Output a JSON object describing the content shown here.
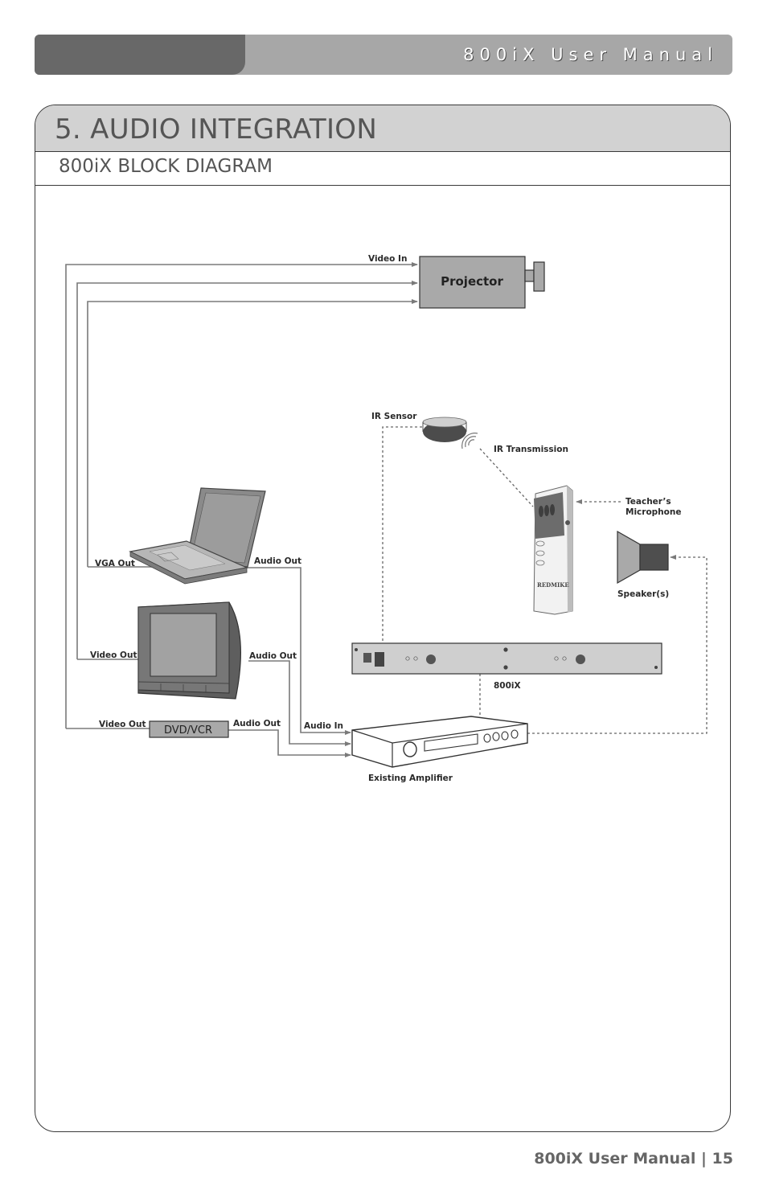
{
  "header": {
    "title": "800iX User Manual"
  },
  "section": {
    "title": "5. AUDIO INTEGRATION",
    "subtitle": "800iX BLOCK DIAGRAM"
  },
  "diagram": {
    "projector": "Projector",
    "video_in": "Video In",
    "ir_sensor": "IR Sensor",
    "ir_transmission": "IR Transmission",
    "teacher_mic_line1": "Teacher’s",
    "teacher_mic_line2": "Microphone",
    "speakers": "Speaker(s)",
    "vga_out": "VGA Out",
    "laptop_audio_out": "Audio Out",
    "tv_video_out": "Video Out",
    "tv_audio_out": "Audio Out",
    "dvd_video_out": "Video Out",
    "dvd_audio_out": "Audio Out",
    "dvd_vcr": "DVD/VCR",
    "audio_in": "Audio In",
    "receiver": "800iX",
    "amplifier": "Existing Amplifier",
    "mic_brand": "REDMIKE"
  },
  "footer": {
    "page_label": "800iX User Manual | 15"
  }
}
